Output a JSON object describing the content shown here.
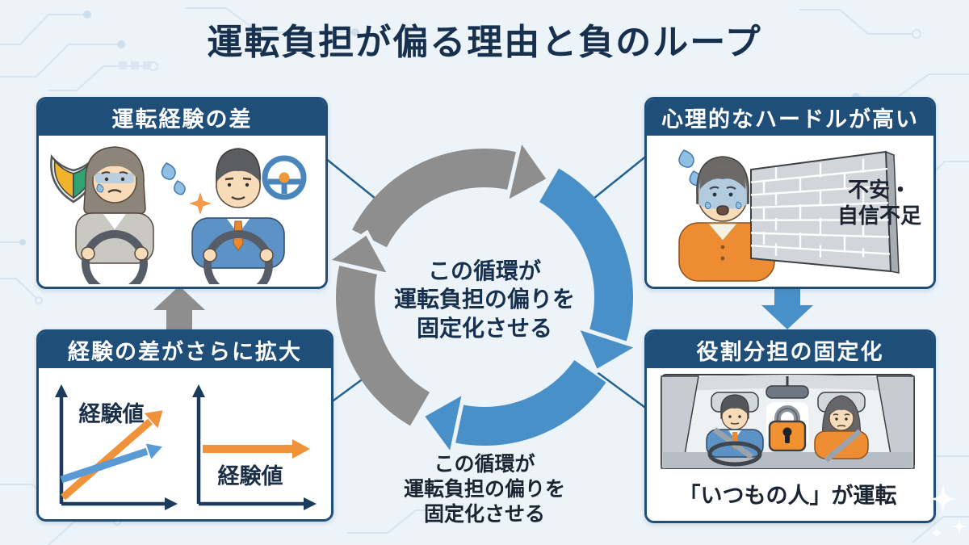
{
  "title": "運転負担が偏る理由と負のループ",
  "boxes": {
    "experience_gap": {
      "title": "運転経験の差"
    },
    "psych_hurdle": {
      "title": "心理的なハードルが高い",
      "caption_line1": "不安・",
      "caption_line2": "自信不足"
    },
    "gap_expand": {
      "title": "経験の差がさらに拡大",
      "chart_left_label": "経験値",
      "chart_right_label": "経験値"
    },
    "role_fixed": {
      "title": "役割分担の固定化",
      "caption": "「いつもの人」が運転"
    }
  },
  "loop_text": {
    "center": {
      "line1": "この循環が",
      "line2": "運転負担の偏りを",
      "line3": "固定化させる"
    },
    "bottom": {
      "line1": "この循環が",
      "line2": "運転負担の偏りを",
      "line3": "固定化させる"
    }
  },
  "icons": {
    "beginner_mark": "wakaba-beginner-driver-mark",
    "steering_wheel": "steering-wheel",
    "sparkle": "sparkle",
    "sweat_drops": "sweat-drops",
    "padlock": "padlock",
    "brick_wall": "brick-wall"
  },
  "colors": {
    "background": "#ecf3f9",
    "title_text": "#16304e",
    "box_header": "#1f4e79",
    "box_border": "#1f4e79",
    "loop_blue": "#4a90c8",
    "loop_gray": "#8e8e8e",
    "accent_orange": "#ef8f2f",
    "chart_blue": "#5b9bd5",
    "wakaba_yellow": "#f2b32c",
    "wakaba_green": "#30a372"
  }
}
